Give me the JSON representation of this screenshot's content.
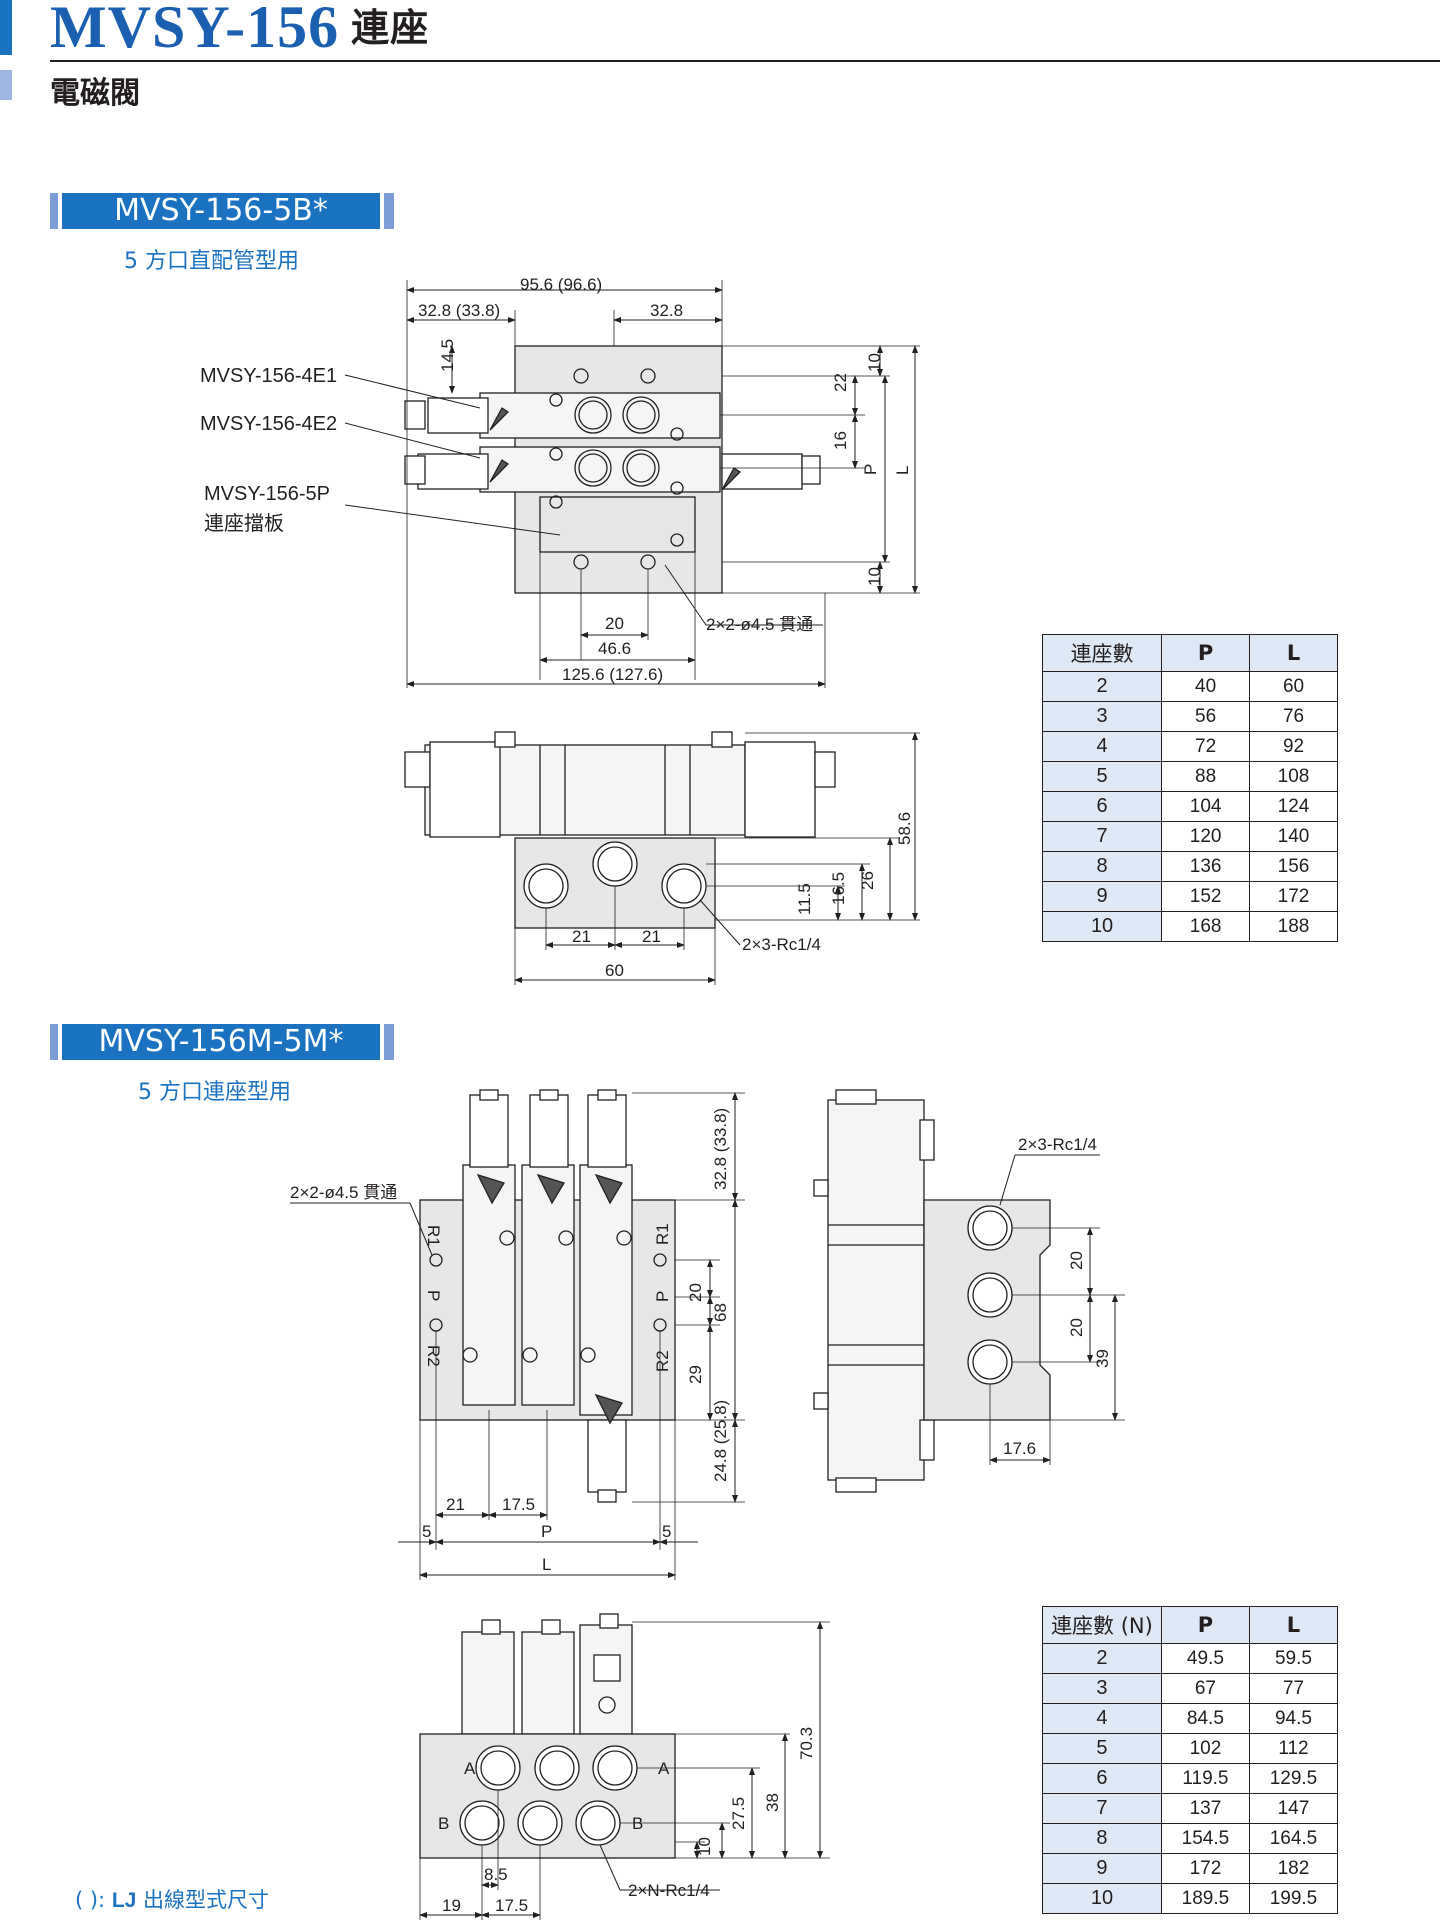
{
  "header": {
    "title": "MVSY-156",
    "title_suffix": "連座",
    "subtitle": "電磁閥"
  },
  "section1": {
    "banner": "MVSY-156-5B*",
    "caption": "5 方口直配管型用",
    "labels": {
      "part_4e1": "MVSY-156-4E1",
      "part_4e2": "MVSY-156-4E2",
      "part_5p": "MVSY-156-5P",
      "part_5p_cn": "連座擋板",
      "hole_note": "2×2-ø4.5 貫通",
      "port_note": "2×3-Rc1/4"
    },
    "dims": {
      "top_total": "95.6 (96.6)",
      "top_left": "32.8 (33.8)",
      "top_right": "32.8",
      "d14_5": "14.5",
      "d22": "22",
      "d16": "16",
      "d10a": "10",
      "d10b": "10",
      "P": "P",
      "L": "L",
      "d20": "20",
      "d46_6": "46.6",
      "d125_6": "125.6 (127.6)",
      "d58_6": "58.6",
      "d26": "26",
      "d16_5": "16.5",
      "d11_5": "11.5",
      "d21a": "21",
      "d21b": "21",
      "d60": "60"
    },
    "table": {
      "headers": [
        "連座數",
        "P",
        "L"
      ],
      "rows": [
        [
          "2",
          "40",
          "60"
        ],
        [
          "3",
          "56",
          "76"
        ],
        [
          "4",
          "72",
          "92"
        ],
        [
          "5",
          "88",
          "108"
        ],
        [
          "6",
          "104",
          "124"
        ],
        [
          "7",
          "120",
          "140"
        ],
        [
          "8",
          "136",
          "156"
        ],
        [
          "9",
          "152",
          "172"
        ],
        [
          "10",
          "168",
          "188"
        ]
      ]
    }
  },
  "section2": {
    "banner": "MVSY-156M-5M*",
    "caption": "5 方口連座型用",
    "labels": {
      "hole_note": "2×2-ø4.5 貫通",
      "port_note_side": "2×3-Rc1/4",
      "port_note_front": "2×N-Rc1/4",
      "R1": "R1",
      "P": "P",
      "R2": "R2",
      "A": "A",
      "B": "B"
    },
    "dims": {
      "d32_8": "32.8 (33.8)",
      "d24_8": "24.8 (25.8)",
      "d20a": "20",
      "d20b": "20",
      "d68": "68",
      "d29": "29",
      "d21": "21",
      "d17_5": "17.5",
      "d5a": "5",
      "d5b": "5",
      "P": "P",
      "L": "L",
      "s20a": "20",
      "s20b": "20",
      "s39": "39",
      "s17_6": "17.6",
      "d70_3": "70.3",
      "d38": "38",
      "d27_5": "27.5",
      "d10": "10",
      "d8_5": "8.5",
      "d19": "19",
      "d17_5b": "17.5"
    },
    "table": {
      "headers": [
        "連座數 (N)",
        "P",
        "L"
      ],
      "rows": [
        [
          "2",
          "49.5",
          "59.5"
        ],
        [
          "3",
          "67",
          "77"
        ],
        [
          "4",
          "84.5",
          "94.5"
        ],
        [
          "5",
          "102",
          "112"
        ],
        [
          "6",
          "119.5",
          "129.5"
        ],
        [
          "7",
          "137",
          "147"
        ],
        [
          "8",
          "154.5",
          "164.5"
        ],
        [
          "9",
          "172",
          "182"
        ],
        [
          "10",
          "189.5",
          "199.5"
        ]
      ]
    }
  },
  "footnote": {
    "prefix": "( ):",
    "code": "LJ",
    "text": "出線型式尺寸"
  },
  "colors": {
    "accent": "#1b72c0",
    "accent_light": "#7b9ed8",
    "table_header": "#dfe9f6",
    "part_fill": "#e6e7e8"
  }
}
